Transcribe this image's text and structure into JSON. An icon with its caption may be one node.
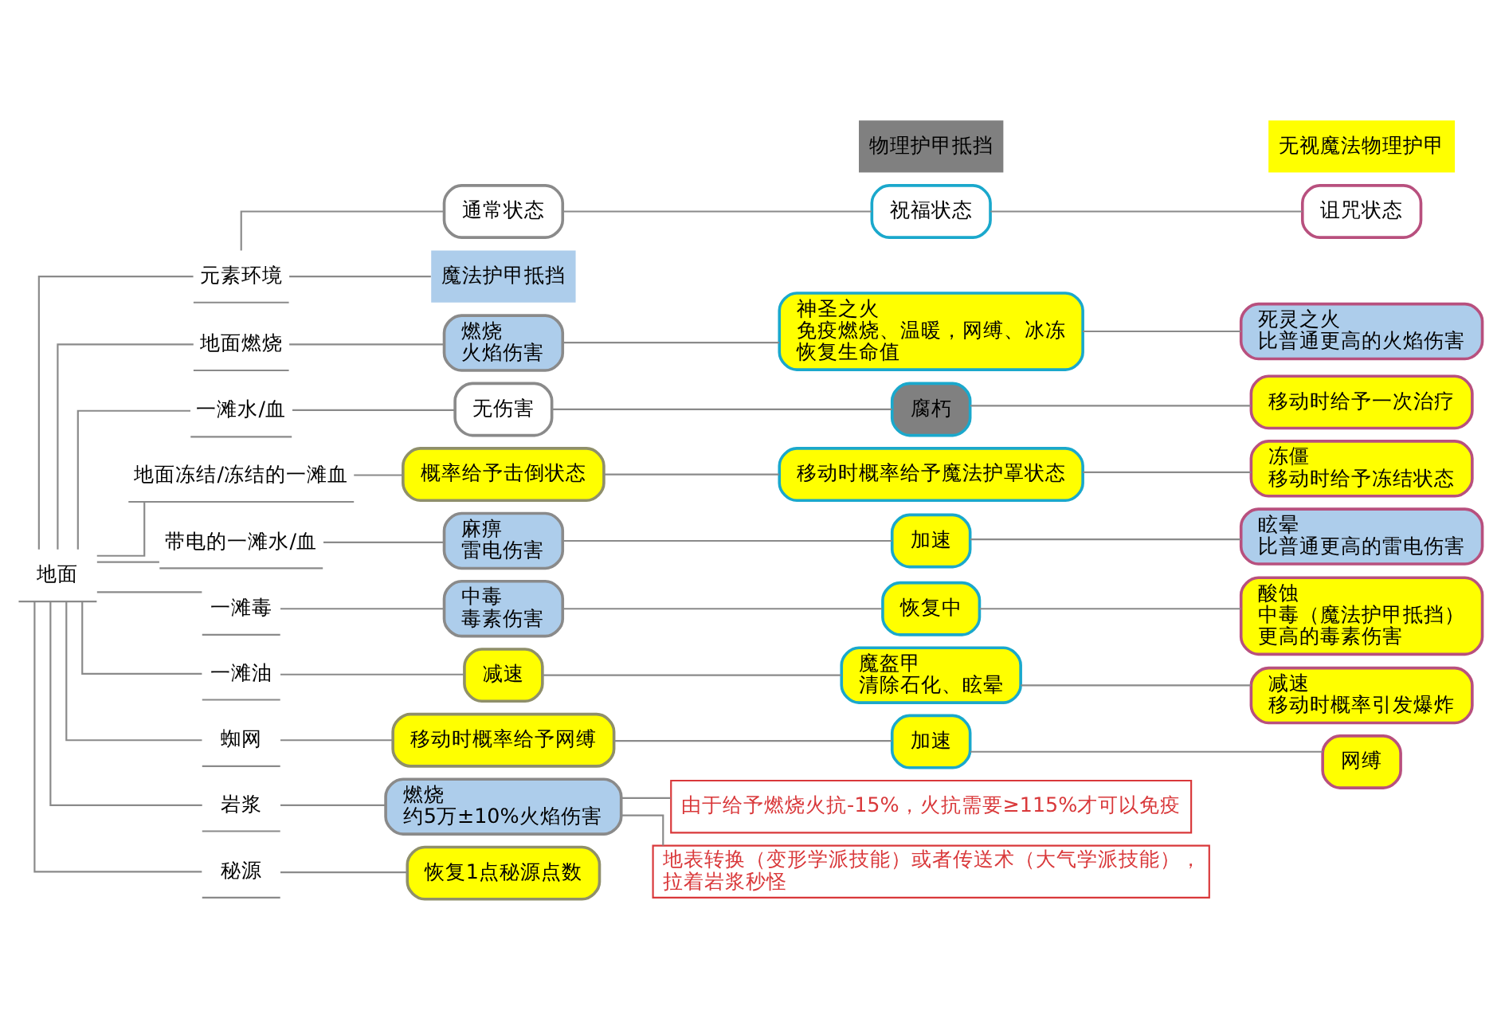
{
  "diagram": {
    "nodes": [
      {
        "text": [
          "地面"
        ]
      },
      {
        "text": [
          "元素环境"
        ]
      },
      {
        "text": [
          "通常状态"
        ]
      },
      {
        "text": [
          "祝福状态"
        ]
      },
      {
        "text": [
          "诅咒状态"
        ]
      },
      {
        "text": [
          "魔法护甲抵挡"
        ]
      },
      {
        "text": [
          "物理护甲抵挡"
        ]
      },
      {
        "text": [
          "无视魔法物理护甲"
        ]
      },
      {
        "text": [
          "地面燃烧"
        ]
      },
      {
        "text": [
          "燃烧",
          "火焰伤害"
        ]
      },
      {
        "text": [
          "神圣之火",
          "免疫燃烧、温暖，网缚、冰冻",
          "恢复生命值"
        ]
      },
      {
        "text": [
          "死灵之火",
          "比普通更高的火焰伤害"
        ]
      },
      {
        "text": [
          "一滩水/血"
        ]
      },
      {
        "text": [
          "无伤害"
        ]
      },
      {
        "text": [
          "腐朽"
        ]
      },
      {
        "text": [
          "移动时给予一次治疗"
        ]
      },
      {
        "text": [
          "地面冻结/冻结的一滩血"
        ]
      },
      {
        "text": [
          "概率给予击倒状态"
        ]
      },
      {
        "text": [
          "移动时概率给予魔法护罩状态"
        ]
      },
      {
        "text": [
          "冻僵",
          "移动时给予冻结状态"
        ]
      },
      {
        "text": [
          "带电的一滩水/血"
        ]
      },
      {
        "text": [
          "麻痹",
          "雷电伤害"
        ]
      },
      {
        "text": [
          "加速"
        ]
      },
      {
        "text": [
          "眩晕",
          "比普通更高的雷电伤害"
        ]
      },
      {
        "text": [
          "一滩毒"
        ]
      },
      {
        "text": [
          "中毒",
          "毒素伤害"
        ]
      },
      {
        "text": [
          "恢复中"
        ]
      },
      {
        "text": [
          "酸蚀",
          "中毒（魔法护甲抵挡）",
          "更高的毒素伤害"
        ]
      },
      {
        "text": [
          "一滩油"
        ]
      },
      {
        "text": [
          "减速"
        ]
      },
      {
        "text": [
          "魔盔甲",
          "清除石化、眩晕"
        ]
      },
      {
        "text": [
          "减速",
          "移动时概率引发爆炸"
        ]
      },
      {
        "text": [
          "蜘网"
        ]
      },
      {
        "text": [
          "移动时概率给予网缚"
        ]
      },
      {
        "text": [
          "加速"
        ]
      },
      {
        "text": [
          "网缚"
        ]
      },
      {
        "text": [
          "岩浆"
        ]
      },
      {
        "text": [
          "燃烧",
          "约5万±10%火焰伤害"
        ]
      },
      {
        "text": [
          "由于给予燃烧火抗-15%，火抗需要≥115%才可以免疫"
        ]
      },
      {
        "text": [
          "地表转换（变形学派技能）或者传送术（大气学派技能），拉着岩浆秒怪"
        ]
      },
      {
        "text": [
          "秘源"
        ]
      },
      {
        "text": [
          "恢复1点秘源点数"
        ]
      }
    ],
    "edges": [
      {
        "from": 0,
        "to": 1,
        "arrow": "none"
      },
      {
        "from": 1,
        "to": 2,
        "arrow": "none"
      },
      {
        "from": 2,
        "to": 3,
        "arrow": "none"
      },
      {
        "from": 3,
        "to": 4,
        "arrow": "none"
      },
      {
        "from": 1,
        "to": 5,
        "arrow": "none"
      },
      {
        "from": 0,
        "to": 8,
        "arrow": "none"
      },
      {
        "from": 8,
        "to": 9,
        "arrow": "none"
      },
      {
        "from": 9,
        "to": 10,
        "arrow": "none"
      },
      {
        "from": 10,
        "to": 11,
        "arrow": "none"
      },
      {
        "from": 0,
        "to": 12,
        "arrow": "none"
      },
      {
        "from": 12,
        "to": 13,
        "arrow": "none"
      },
      {
        "from": 13,
        "to": 14,
        "arrow": "none"
      },
      {
        "from": 14,
        "to": 15,
        "arrow": "none"
      },
      {
        "from": 0,
        "to": 16,
        "arrow": "none"
      },
      {
        "from": 16,
        "to": 17,
        "arrow": "none"
      },
      {
        "from": 17,
        "to": 18,
        "arrow": "none"
      },
      {
        "from": 18,
        "to": 19,
        "arrow": "none"
      },
      {
        "from": 0,
        "to": 20,
        "arrow": "none"
      },
      {
        "from": 20,
        "to": 21,
        "arrow": "none"
      },
      {
        "from": 21,
        "to": 22,
        "arrow": "none"
      },
      {
        "from": 22,
        "to": 23,
        "arrow": "none"
      },
      {
        "from": 0,
        "to": 24,
        "arrow": "none"
      },
      {
        "from": 24,
        "to": 25,
        "arrow": "none"
      },
      {
        "from": 25,
        "to": 26,
        "arrow": "none"
      },
      {
        "from": 26,
        "to": 27,
        "arrow": "none"
      },
      {
        "from": 0,
        "to": 28,
        "arrow": "none"
      },
      {
        "from": 28,
        "to": 29,
        "arrow": "none"
      },
      {
        "from": 29,
        "to": 30,
        "arrow": "none"
      },
      {
        "from": 30,
        "to": 31,
        "arrow": "none"
      },
      {
        "from": 0,
        "to": 32,
        "arrow": "none"
      },
      {
        "from": 32,
        "to": 33,
        "arrow": "none"
      },
      {
        "from": 33,
        "to": 34,
        "arrow": "none"
      },
      {
        "from": 34,
        "to": 35,
        "arrow": "none"
      },
      {
        "from": 0,
        "to": 36,
        "arrow": "none"
      },
      {
        "from": 36,
        "to": 37,
        "arrow": "none"
      },
      {
        "from": 37,
        "to": 38,
        "arrow": "none"
      },
      {
        "from": 37,
        "to": 39,
        "arrow": "none"
      },
      {
        "from": 0,
        "to": 40,
        "arrow": "none"
      },
      {
        "from": 40,
        "to": 41,
        "arrow": "none"
      }
    ]
  }
}
